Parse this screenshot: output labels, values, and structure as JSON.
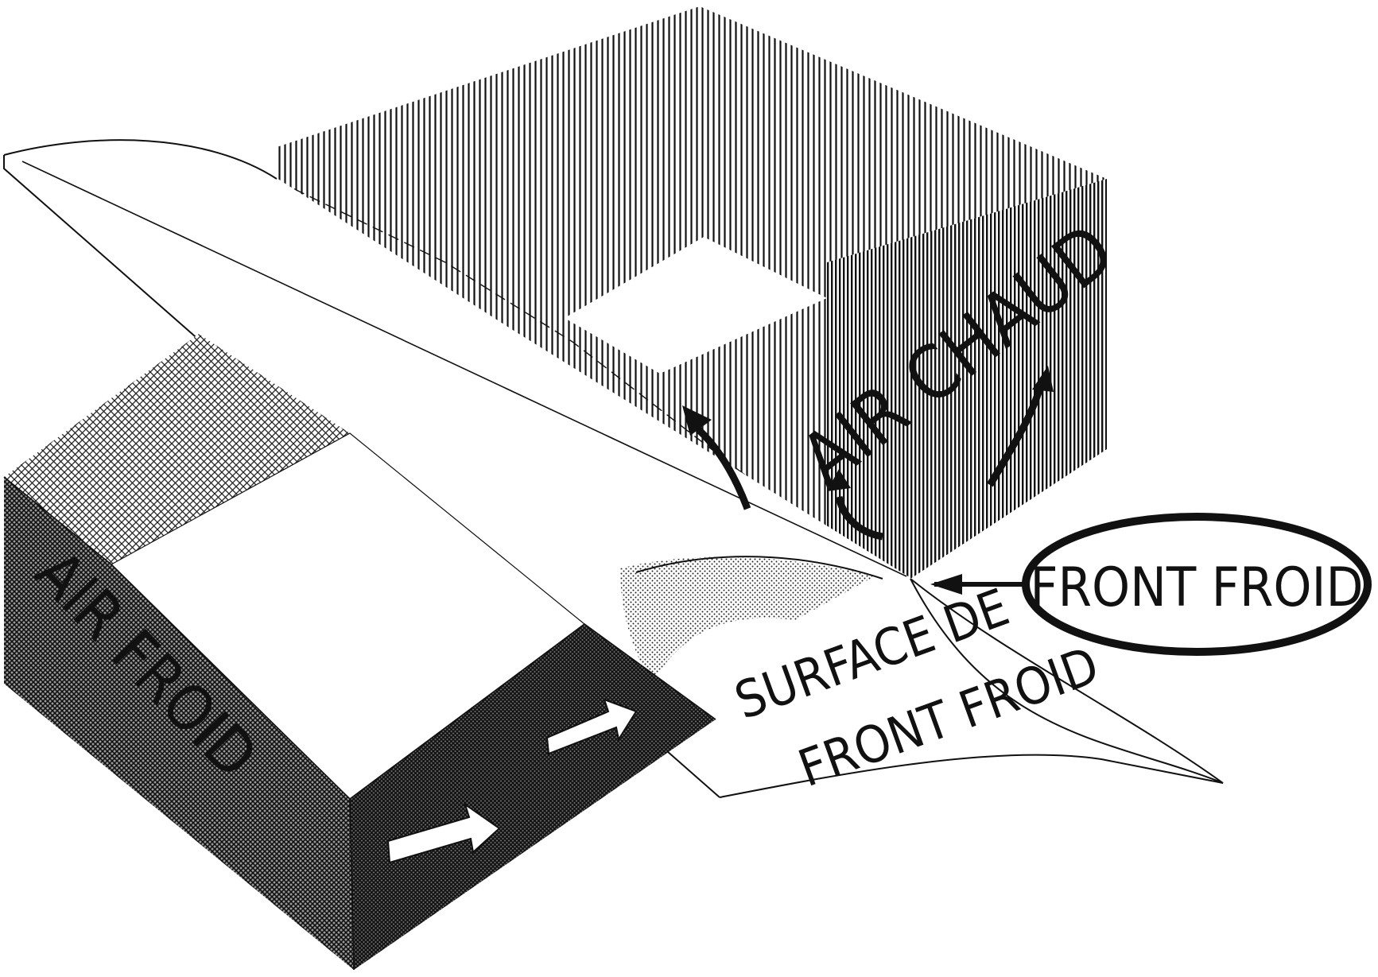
{
  "labels": {
    "warm_air": "AIR CHAUD",
    "cold_air": "AIR FROID",
    "front_name": "FRONT FROID",
    "surface_line1": "SURFACE DE",
    "surface_line2": "FRONT FROID"
  },
  "colors": {
    "ink": "#111111",
    "paper": "#ffffff"
  },
  "icons": {
    "warm_air_arrows": "curved-up-arrow",
    "cold_air_arrows": "white-block-arrow",
    "pointer": "pointer-arrow"
  }
}
